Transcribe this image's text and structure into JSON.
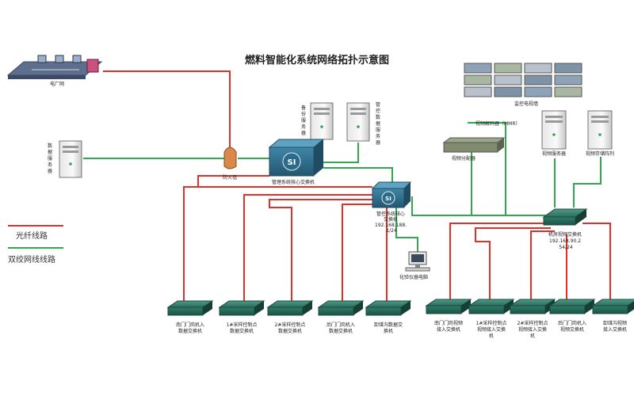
{
  "title": "燃料智能化系统网络拓扑示意图",
  "colors": {
    "fiber": "#e0302a",
    "twisted": "#2fa84f",
    "device": "#2a4e87"
  },
  "legend": {
    "fiber": "光纤线路",
    "twisted": "双绞网线线路"
  },
  "labels": {
    "plant_network": "电厂网",
    "db_server": "数据服务器",
    "backup_server": "备份服务器",
    "control_server": "管控数据服务器",
    "firewall": "防火墙",
    "mgmt_core_switch": "管理系统核心交换机",
    "control_core_switch": [
      "管控系统核心",
      "交换机",
      "192.168.188.",
      "1/24"
    ],
    "monitor_wall": "监控电视墙",
    "video_decoder": "视频解码器（MMR）",
    "video_splitter": "视频分配器",
    "video_server": "视频服务器",
    "video_storage": "视频存储阵列",
    "room_video_switch": [
      "机房视频交换机",
      "192.168.90.2",
      "54/24"
    ],
    "lab_pc": "化验仪器电脑"
  },
  "left_switches": [
    [
      "南门门岗机入",
      "数据交换机"
    ],
    [
      "1#采样控制点",
      "数据交换机"
    ],
    [
      "2#采样控制点",
      "数据交换机"
    ],
    [
      "后门门岗机入",
      "数据交换机"
    ],
    [
      "卸煤沟数据交",
      "换机"
    ]
  ],
  "right_switches": [
    [
      "南门门岗视频",
      "接入交换机"
    ],
    [
      "1#采样控制点",
      "视频接入交换",
      "机"
    ],
    [
      "2#采样控制点",
      "视频接入交换",
      "机"
    ],
    [
      "后门门岗机入",
      "视频交换机"
    ],
    [
      "卸煤沟视频",
      "接入交换机"
    ]
  ]
}
